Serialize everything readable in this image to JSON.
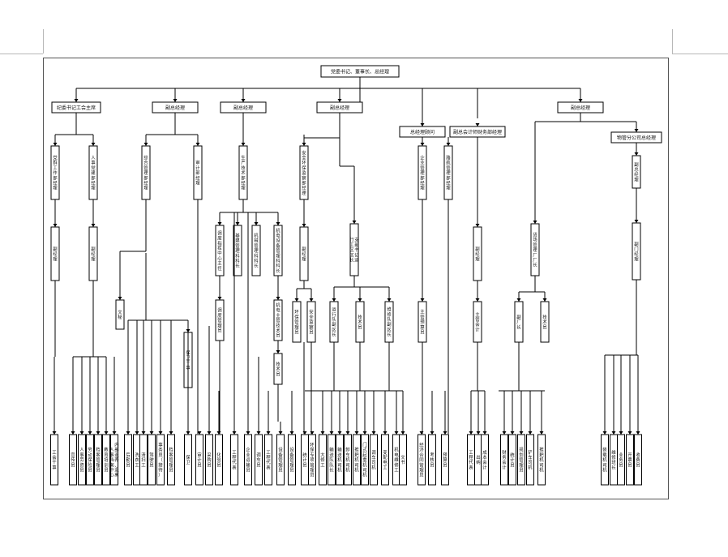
{
  "org": {
    "root": "党委书记、董事长、总经理",
    "l1": [
      "纪委书记工会主席",
      "副总经理",
      "副总经理",
      "副总经理",
      "总经理顾问",
      "副总会计师财务部经理",
      "副总经理"
    ],
    "sub_company": "物管分公司总经理",
    "depts": [
      "党群工作部经理",
      "人事党建部经理",
      "综合管理部经理",
      "审计部经理",
      "生产技术部经理",
      "安全环保监察部经理",
      "企业管理部经理",
      "路航管理部经理"
    ],
    "deputies": [
      "副经理",
      "副经理",
      "副经理",
      "副经理",
      "副经理",
      "副总经理",
      "副门经理"
    ],
    "mid": [
      "调度指挥中心主任",
      "基建管理科科长",
      "机械管理科科长",
      "机电设备管理科科长",
      "支部书记运行工区区长",
      "货场管理厂厂长"
    ],
    "l3": [
      "调度管理员",
      "机电主管技术员",
      "技术员",
      "环保管理员",
      "安全监察员",
      "运行队副区长",
      "技术员",
      "维修队副区长",
      "主管预算员",
      "主管会计",
      "副厂长",
      "技术员"
    ],
    "misc": [
      "文秘",
      "保卫干事"
    ],
    "staff": [
      "工会干事",
      "宣传员",
      "人事劳资员",
      "劳动保险员",
      "档案管理员",
      "教育培训员",
      "内部退养、退离、人事档案中心",
      "后勤员",
      "洗衣工",
      "清扫工",
      "驾驶员",
      "事务员（接待）",
      "档案管理员",
      "保卫",
      "审计员",
      "采购员",
      "化验员",
      "工程代表",
      "企业运输员",
      "调车员",
      "工程代表",
      "设备管理员",
      "设备管理员",
      "统计员",
      "环保专项管理员",
      "大修工",
      "输送队队长",
      "输送机司机",
      "卸车机司机",
      "推耙机司机",
      "门式起重机司机",
      "调车司机",
      "变配电工",
      "机电维修工",
      "文书",
      "经济合同管理员",
      "考核员",
      "预算员",
      "工程代表",
      "出纳",
      "成本会计",
      "财务会计",
      "统计员",
      "规划管理员",
      "铲车司机",
      "推耙机司机",
      "装载机司机",
      "维修班长",
      "业务员",
      "开票员",
      "收费员",
      "驾驶员",
      "调运员"
    ]
  }
}
